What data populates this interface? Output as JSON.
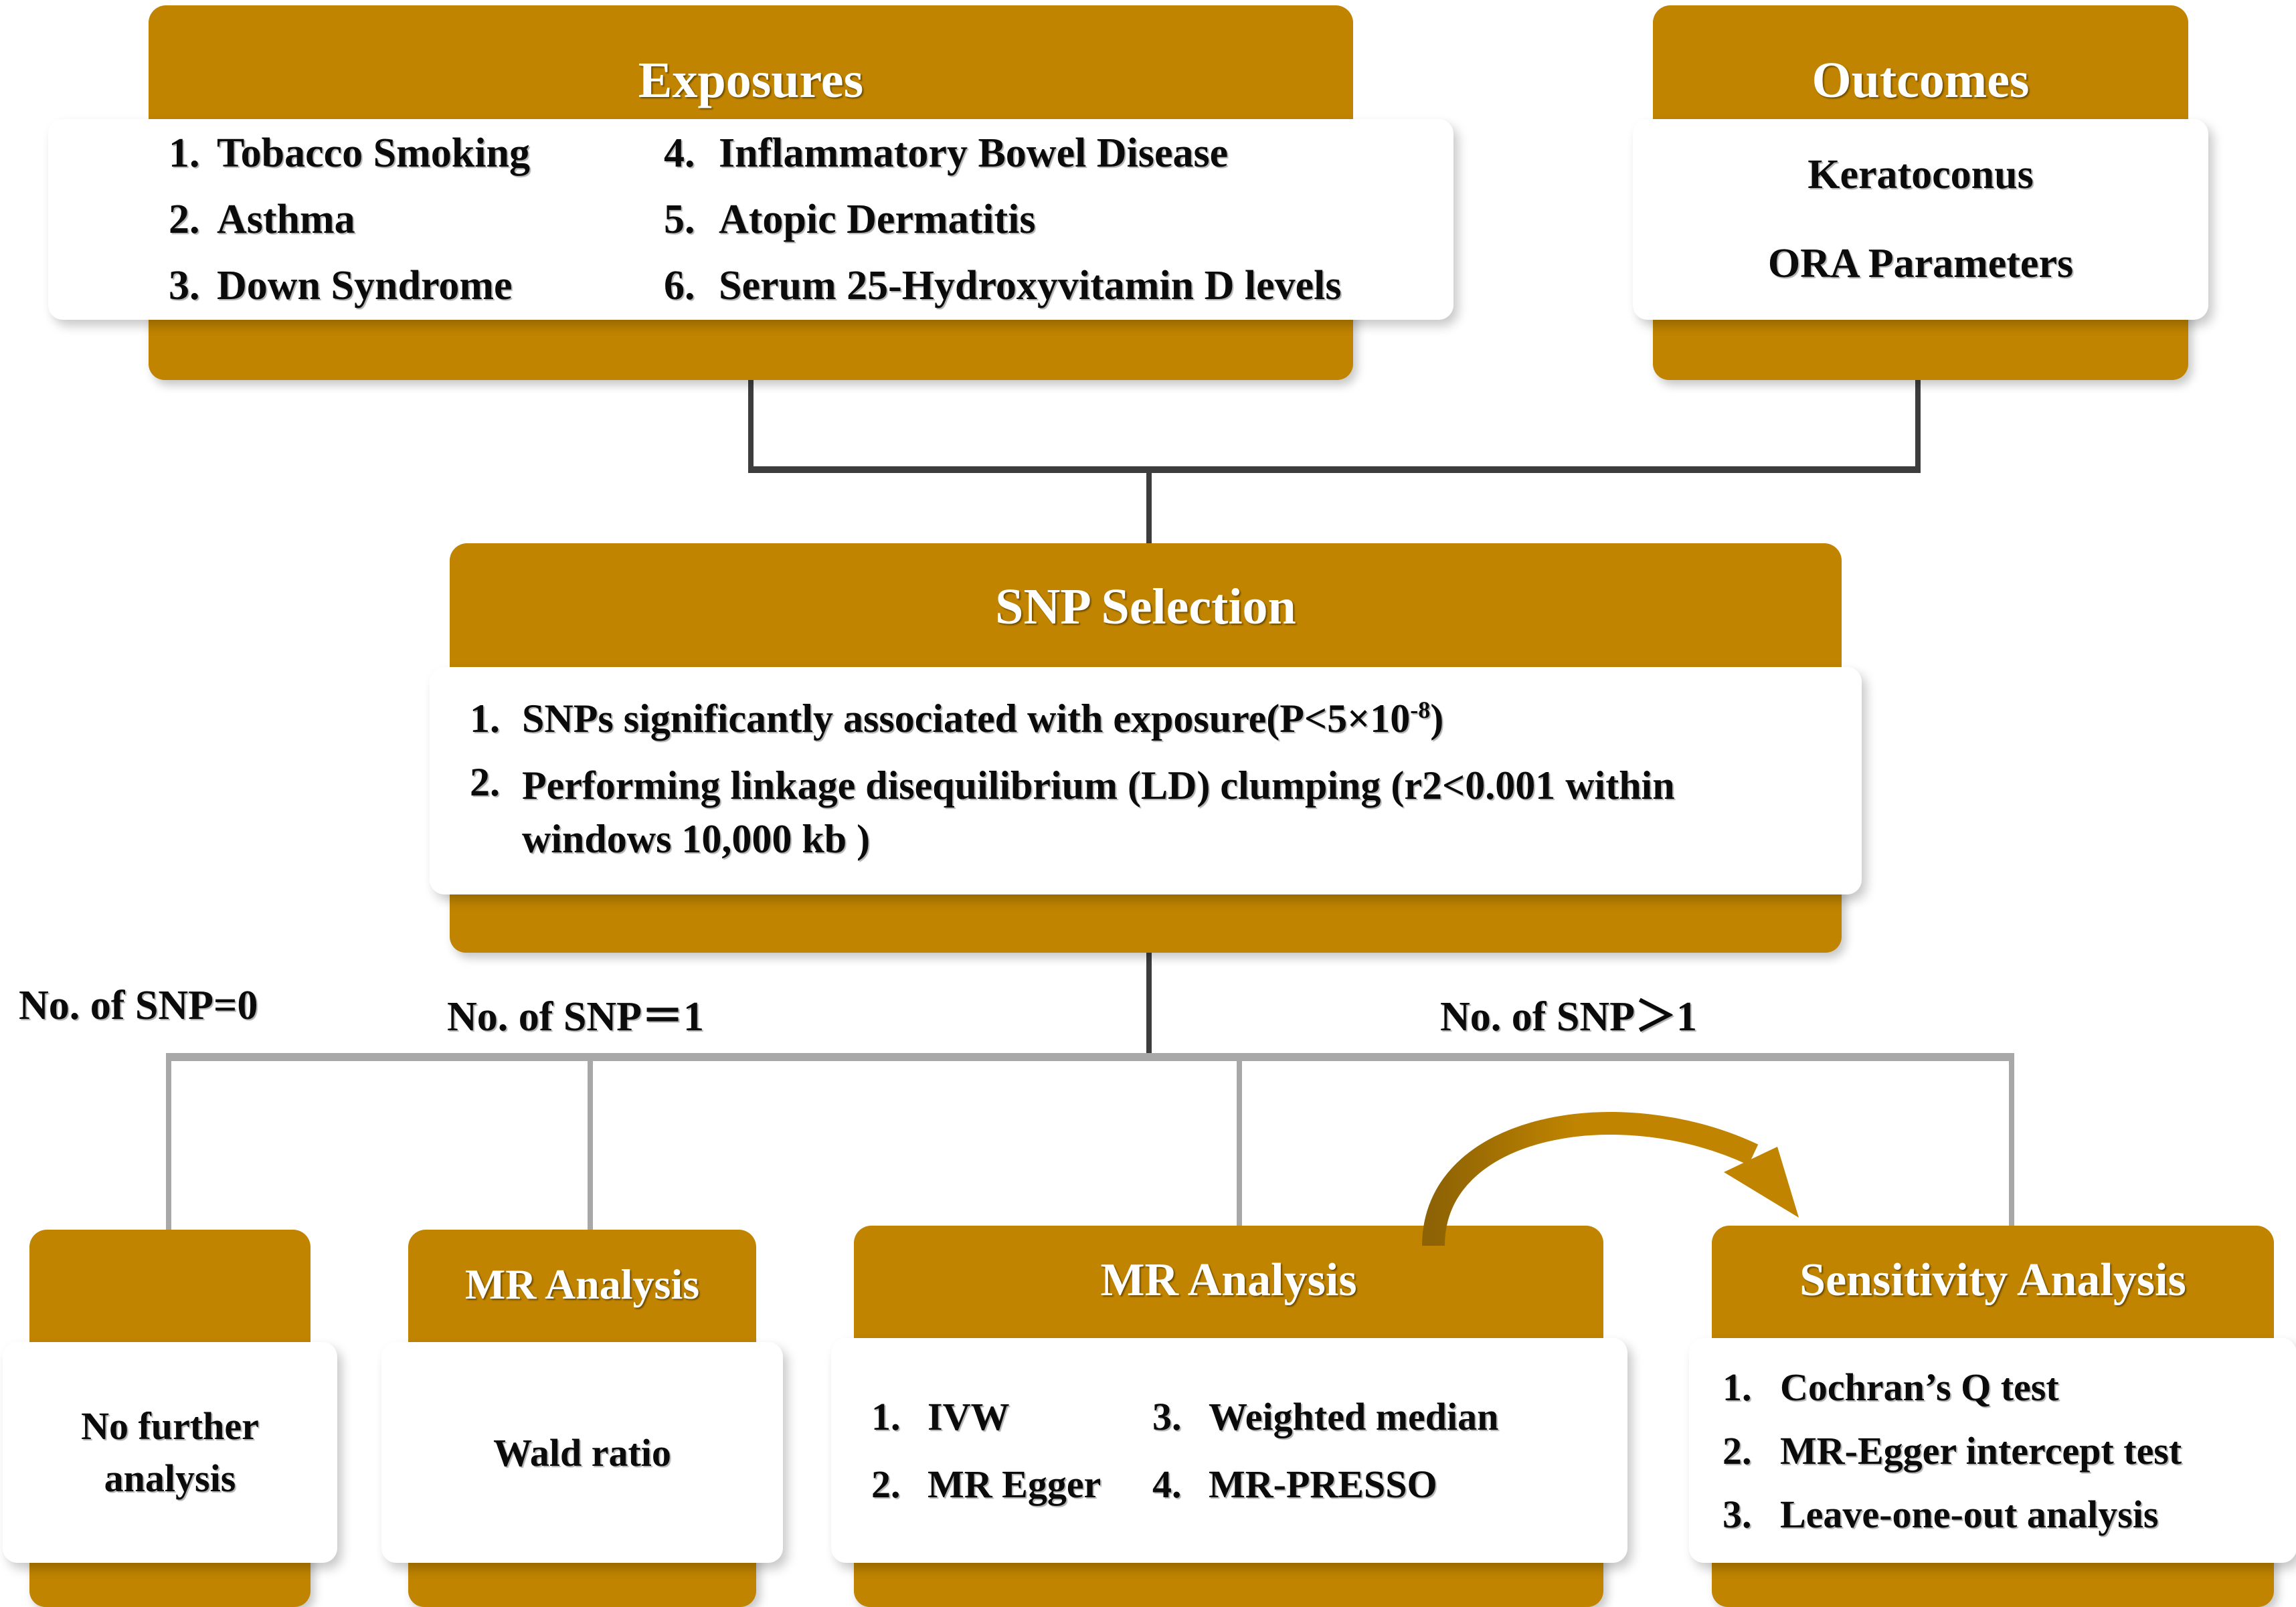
{
  "theme": {
    "accent": "#C08400",
    "accent_dark": "#8E6305",
    "panel": "#FFFFFF",
    "connector_dark": "#3D3D3D",
    "connector_light": "#A8A8A8",
    "text": "#0B0B0B",
    "header_text": "#FFFFFF"
  },
  "nodes": {
    "exposures": {
      "title": "Exposures",
      "items": [
        {
          "num": "1.",
          "text": "Tobacco Smoking"
        },
        {
          "num": "2.",
          "text": "Asthma"
        },
        {
          "num": "3.",
          "text": "Down Syndrome"
        },
        {
          "num": "4.",
          "text": "Inflammatory Bowel Disease"
        },
        {
          "num": "5.",
          "text": "Atopic Dermatitis"
        },
        {
          "num": "6.",
          "text": "Serum 25-Hydroxyvitamin D levels"
        }
      ]
    },
    "outcomes": {
      "title": "Outcomes",
      "lines": [
        "Keratoconus",
        "ORA Parameters"
      ]
    },
    "snp_selection": {
      "title": "SNP Selection",
      "items": [
        {
          "num": "1.",
          "text": "SNPs significantly associated with exposure(P<5×10",
          "sup": "-8",
          "tail": ")"
        },
        {
          "num": "2.",
          "text": "Performing linkage disequilibrium (LD) clumping (r2<0.001 within windows 10,000 kb )"
        }
      ]
    },
    "no_further": {
      "title": "",
      "lines": [
        "No further",
        "analysis"
      ]
    },
    "mr_wald": {
      "title": "MR Analysis",
      "lines": [
        "Wald ratio"
      ]
    },
    "mr_multi": {
      "title": "MR Analysis",
      "items": [
        {
          "num": "1.",
          "text": "IVW"
        },
        {
          "num": "2.",
          "text": "MR Egger"
        },
        {
          "num": "3.",
          "text": "Weighted median"
        },
        {
          "num": "4.",
          "text": "MR-PRESSO"
        }
      ]
    },
    "sensitivity": {
      "title": "Sensitivity Analysis",
      "items": [
        {
          "num": "1.",
          "text": "Cochran’s Q test"
        },
        {
          "num": "2.",
          "text": "MR-Egger intercept test"
        },
        {
          "num": "3.",
          "text": "Leave-one-out analysis"
        }
      ]
    }
  },
  "branch_labels": {
    "zero": "No. of SNP=0",
    "one": "No. of SNP＝1",
    "many": "No. of SNP＞1"
  }
}
